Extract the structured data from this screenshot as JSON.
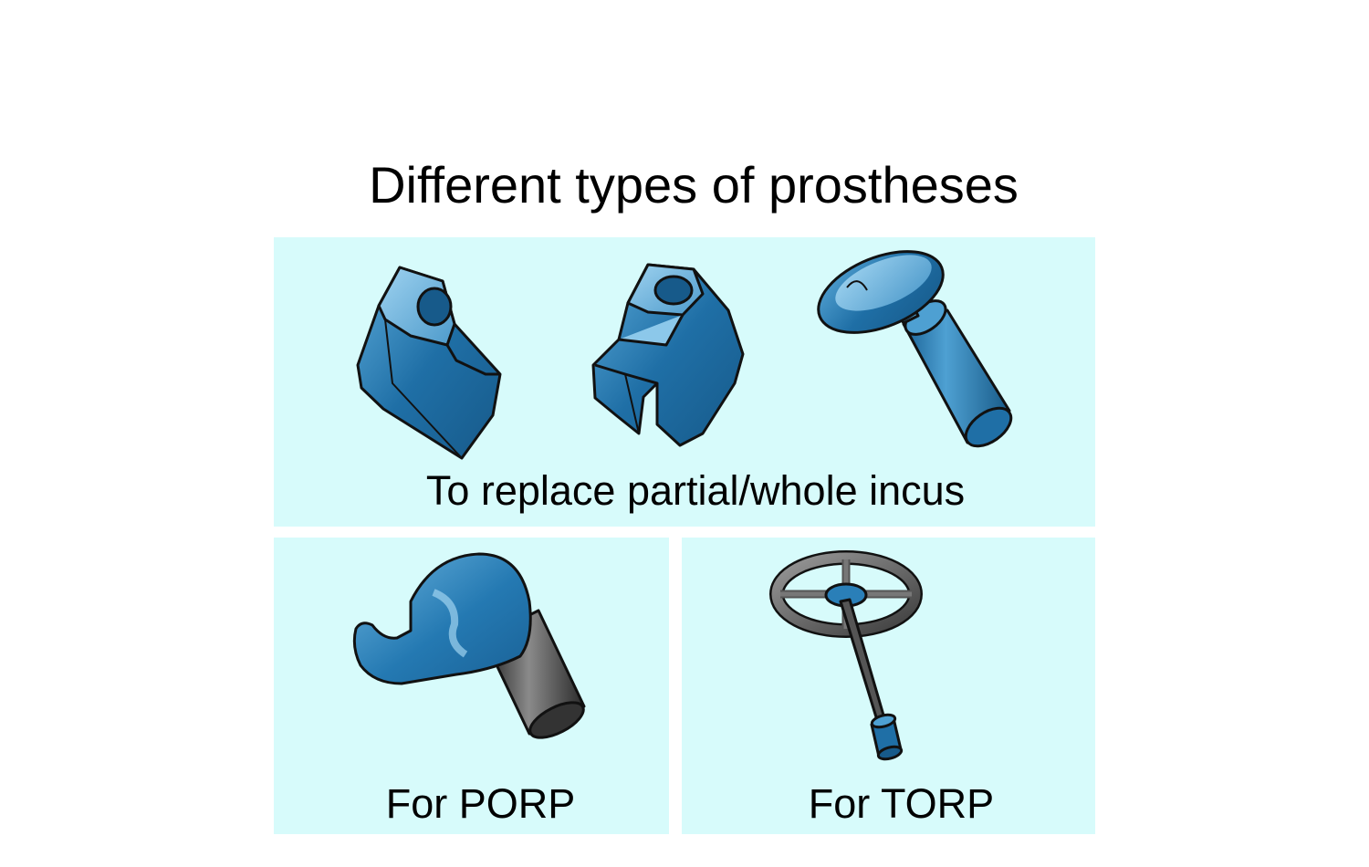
{
  "title": "Different types of prostheses",
  "panels": {
    "incus": {
      "caption": "To replace partial/whole incus"
    },
    "porp": {
      "caption": "For PORP"
    },
    "torp": {
      "caption": "For TORP"
    }
  },
  "colors": {
    "panel_bg": "#d7fbfb",
    "prosthesis_blue": "#1f6fa6",
    "prosthesis_highlight": "#7fc3e8",
    "shaft_dark": "#3a3a3a",
    "outline": "#111111"
  },
  "icons": [
    "incus-block-prosthesis-icon",
    "incus-notched-prosthesis-icon",
    "incus-disc-prosthesis-icon",
    "porp-prosthesis-icon",
    "torp-prosthesis-icon"
  ]
}
